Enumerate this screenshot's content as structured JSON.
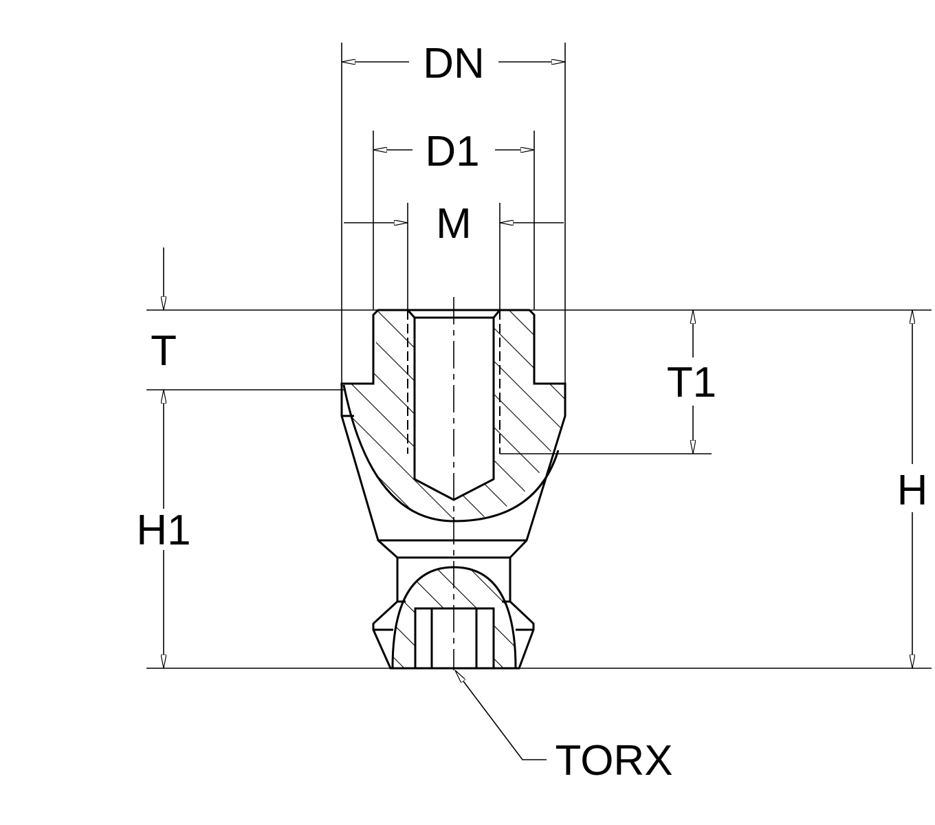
{
  "drawing": {
    "title": "Nozzle section drawing",
    "dimensions": {
      "dn": "DN",
      "d1": "D1",
      "m": "M",
      "t": "T",
      "t1": "T1",
      "h": "H",
      "h1": "H1"
    },
    "callout": "TORX",
    "line_color": "#000000",
    "background": "#ffffff"
  }
}
